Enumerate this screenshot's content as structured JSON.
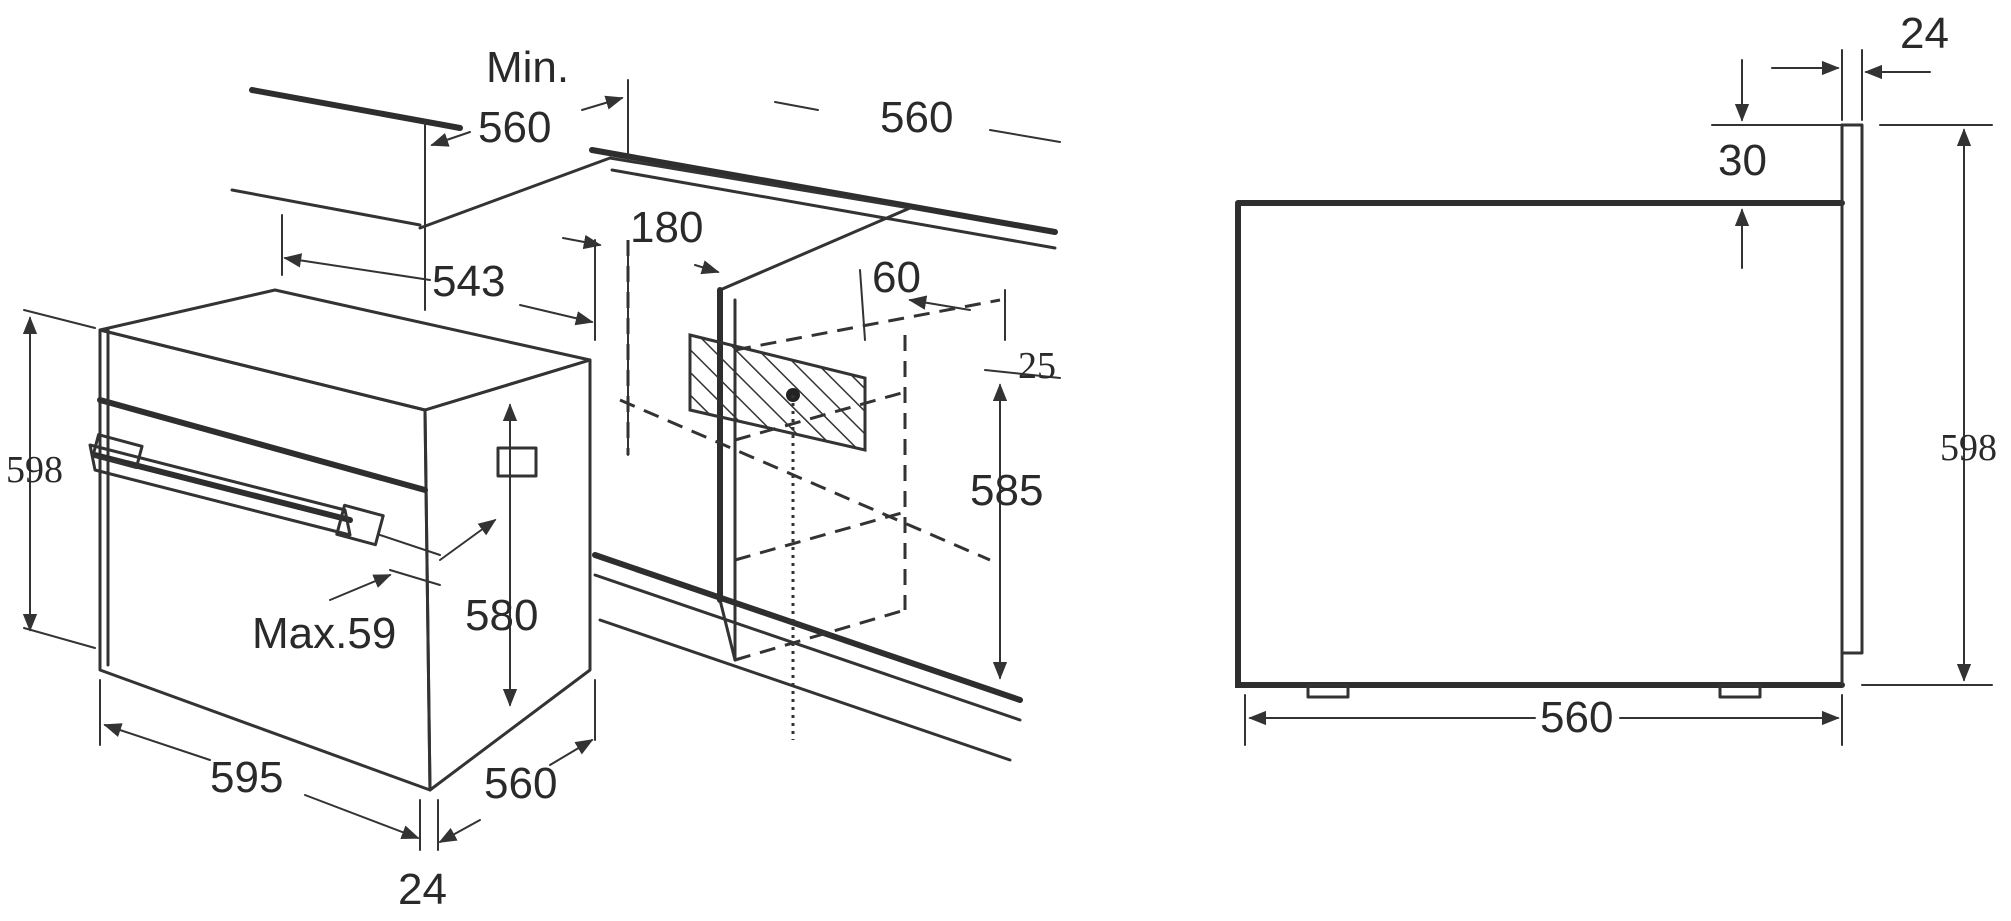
{
  "installation_view": {
    "min_label": "Min.",
    "cabinet_width_min": "560",
    "cabinet_depth": "560",
    "oven_depth": "543",
    "socket_offset": "180",
    "socket_depth": "60",
    "socket_height_top": "25",
    "oven_height": "598",
    "cabinet_opening_height": "585",
    "oven_body_height": "580",
    "handle_projection": "Max.59",
    "oven_width": "595",
    "oven_body_depth": "560",
    "panel_thickness": "24"
  },
  "side_view": {
    "panel_thickness": "24",
    "top_offset": "30",
    "height": "598",
    "depth": "560"
  }
}
